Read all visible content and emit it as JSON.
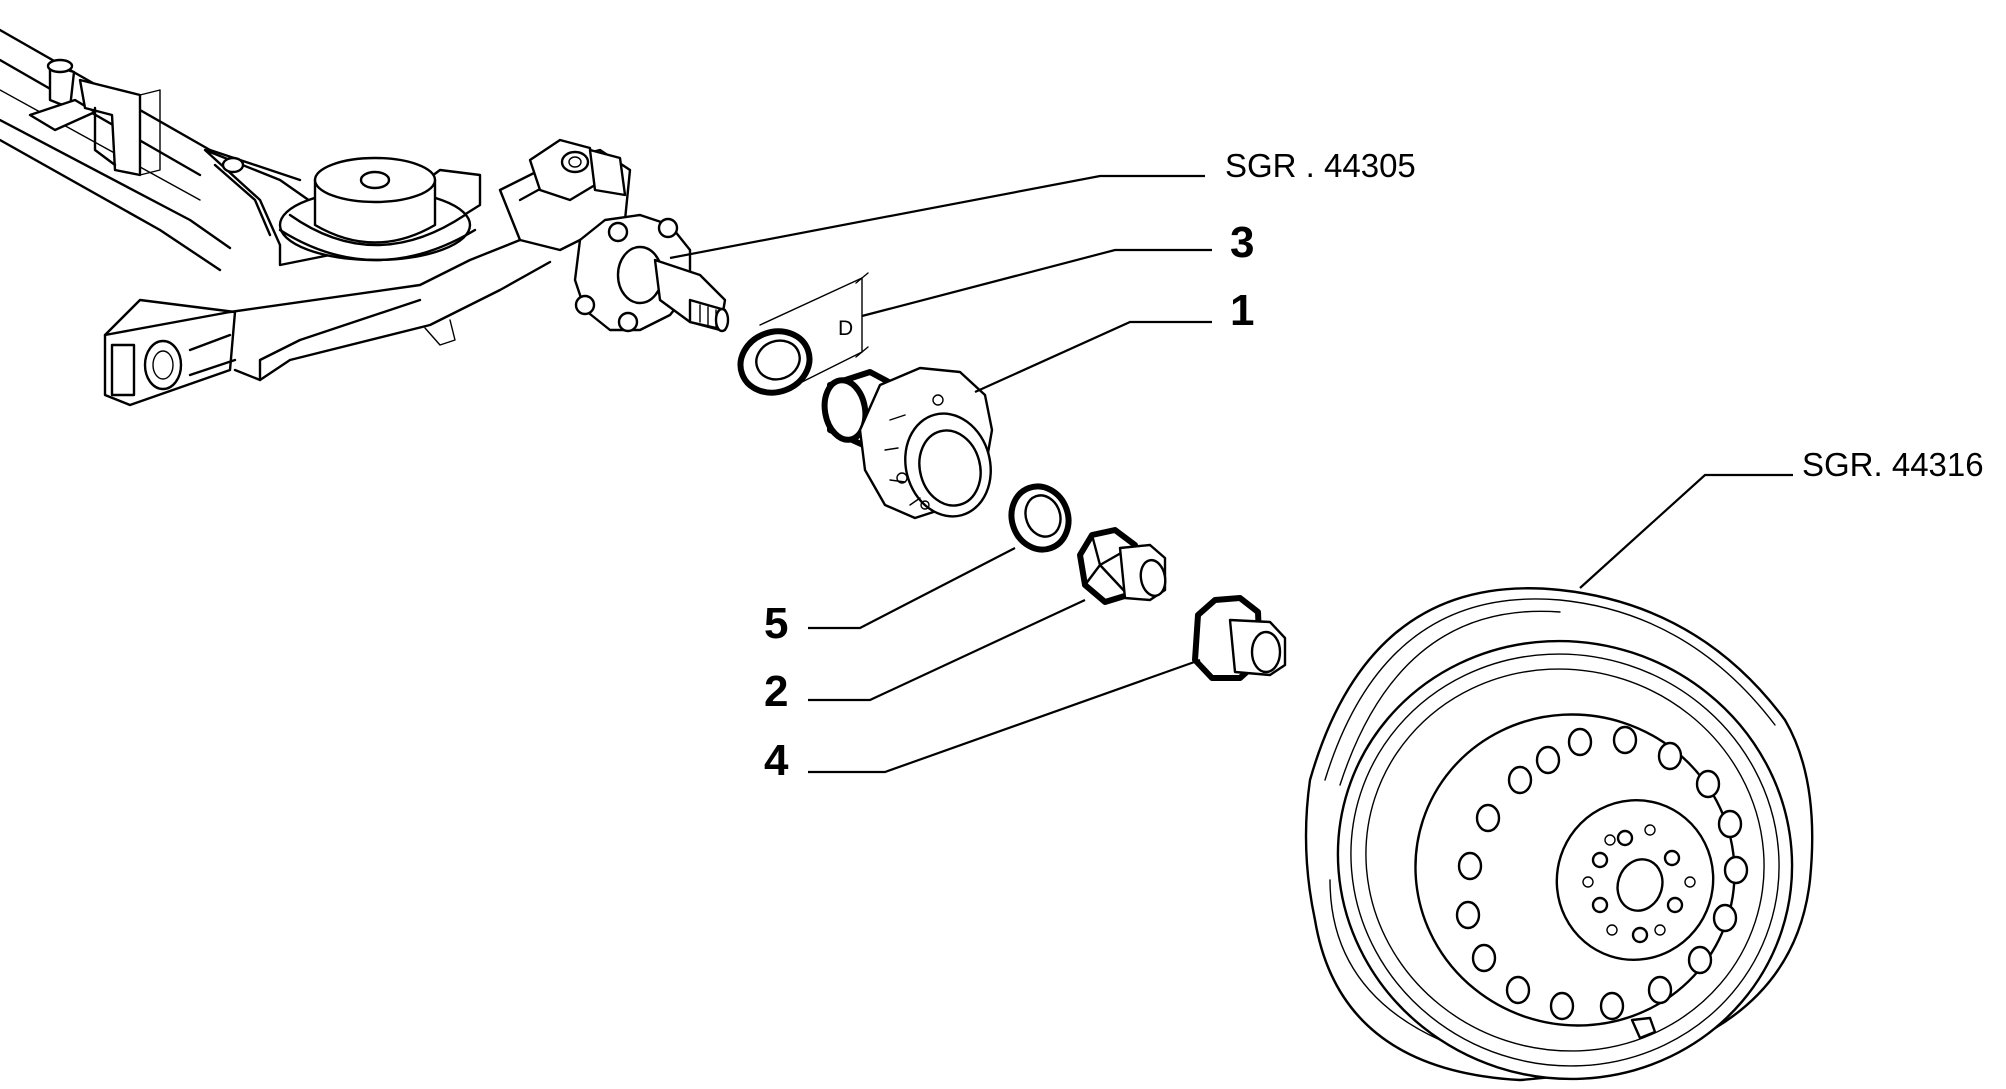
{
  "refs": {
    "upper": "SGR . 44305",
    "wheel": "SGR. 44316"
  },
  "callouts": {
    "c3": "3",
    "c1": "1",
    "c5": "5",
    "c2": "2",
    "c4": "4"
  },
  "dimension_label": "D"
}
